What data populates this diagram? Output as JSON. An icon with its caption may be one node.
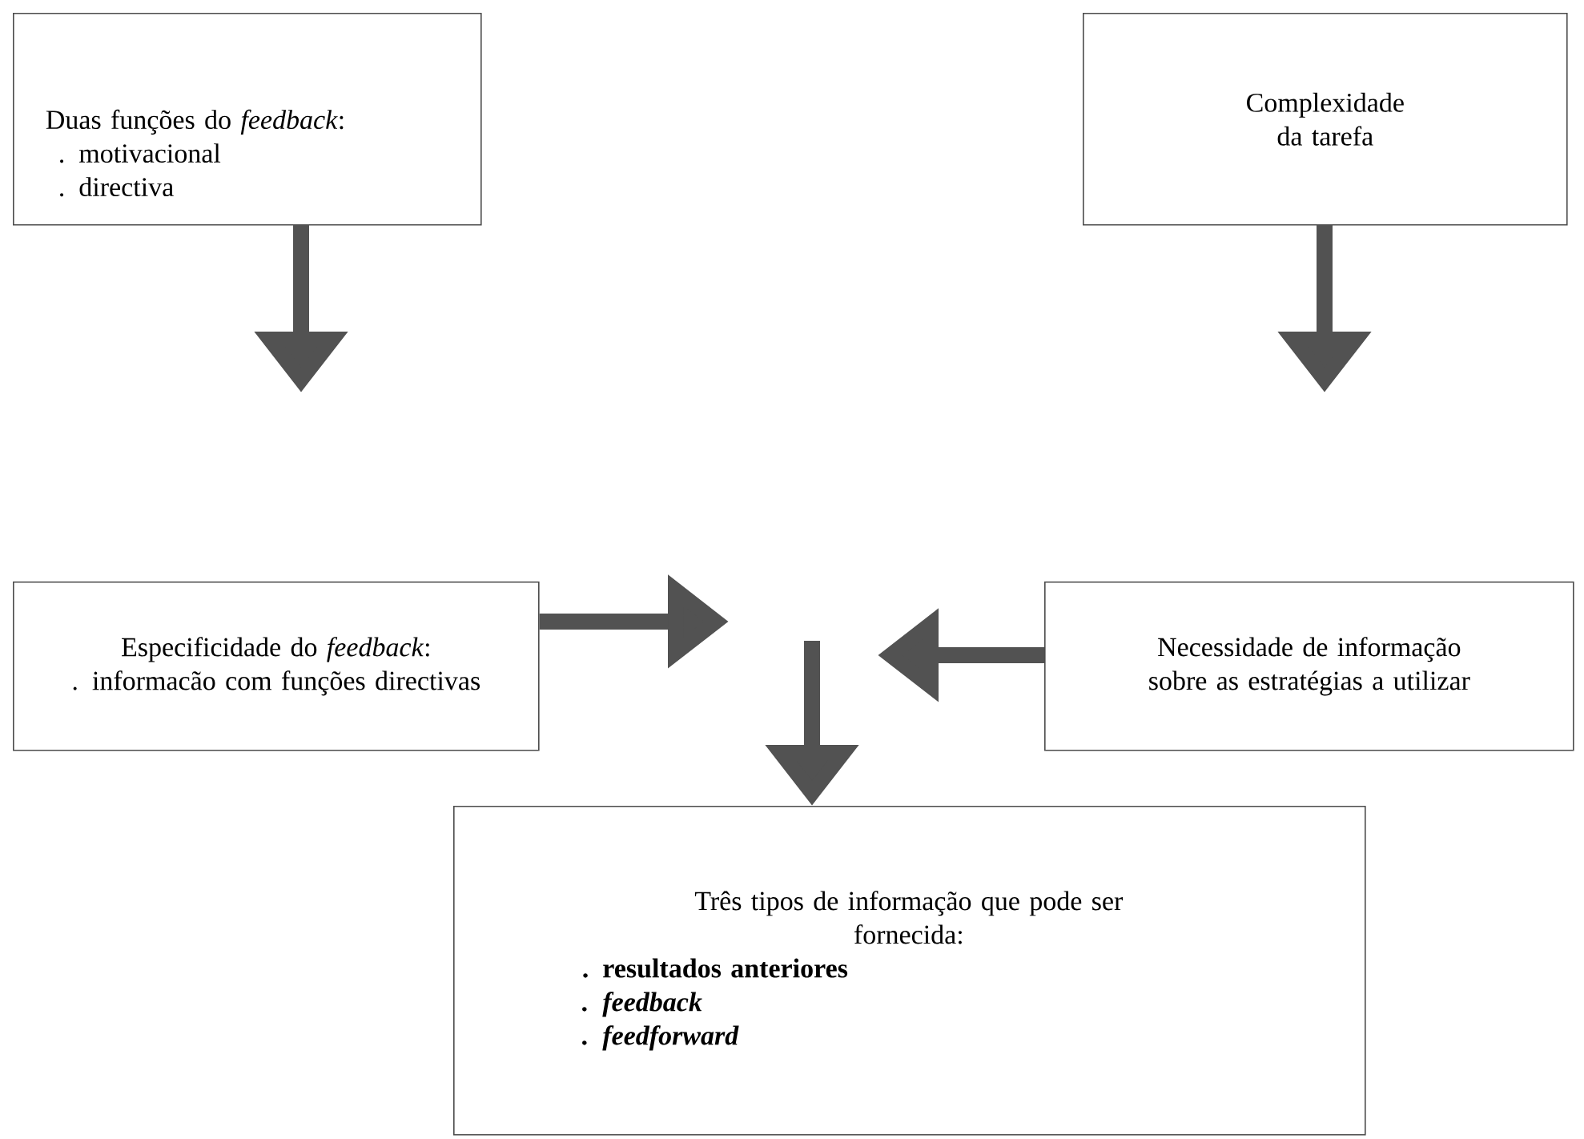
{
  "diagram": {
    "nodes": [
      {
        "text": [
          "Duas funções do *feedback*:",
          ". motivacional",
          ". directiva"
        ]
      },
      {
        "text": [
          "Complexidade da tarefa"
        ]
      },
      {
        "text": [
          "Especificidade do *feedback*:",
          ". informacão com funções directivas"
        ]
      },
      {
        "text": [
          "Necessidade de informação sobre as estratégias a utilizar"
        ]
      },
      {
        "text": [
          "Três tipos de informação que pode ser fornecida:",
          ". resultados anteriores",
          ". feedback",
          ". feedforward"
        ]
      }
    ],
    "edges": [
      {
        "from": 0,
        "to": null,
        "arrow": "to"
      },
      {
        "from": 1,
        "to": null,
        "arrow": "to"
      },
      {
        "from": 2,
        "to": null,
        "arrow": "to"
      },
      {
        "from": 3,
        "to": null,
        "arrow": "to"
      },
      {
        "from": null,
        "to": 4,
        "arrow": "to"
      }
    ]
  }
}
